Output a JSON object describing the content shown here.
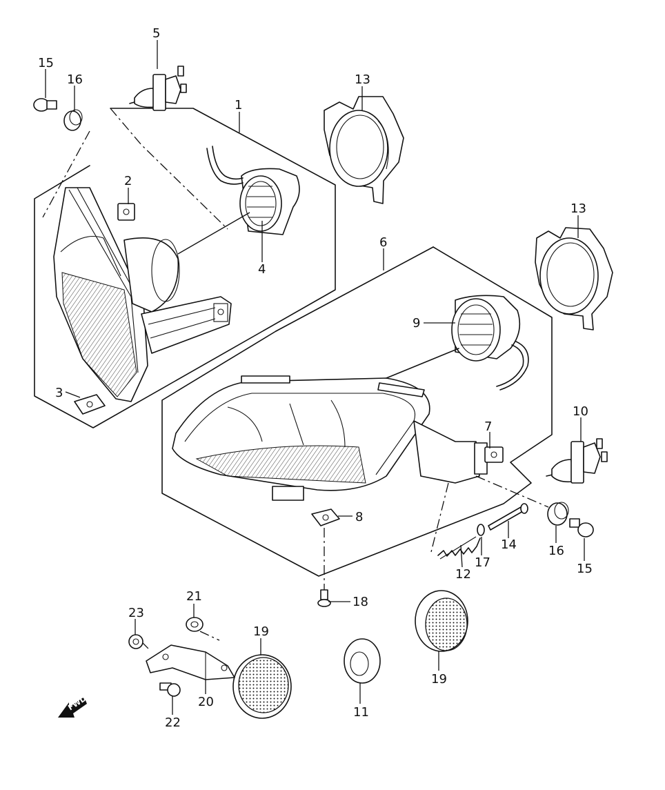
{
  "callouts": {
    "c1": "1",
    "c2": "2",
    "c3": "3",
    "c4": "4",
    "c5": "5",
    "c6": "6",
    "c7": "7",
    "c8": "8",
    "c9": "9",
    "c10": "10",
    "c11": "11",
    "c12": "12",
    "c13a": "13",
    "c13b": "13",
    "c14": "14",
    "c15a": "15",
    "c15b": "15",
    "c16a": "16",
    "c16b": "16",
    "c17": "17",
    "c18": "18",
    "c19a": "19",
    "c19b": "19",
    "c20": "20",
    "c21": "21",
    "c22": "22",
    "c23": "23"
  },
  "fwd_label": "FWD"
}
